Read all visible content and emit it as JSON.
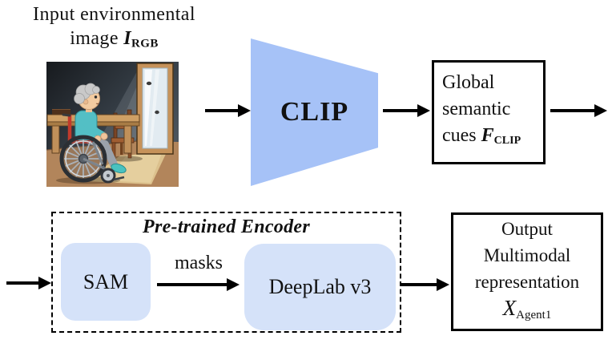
{
  "figure": {
    "heading": {
      "line1": "Input environmental",
      "line2_prefix": "image ",
      "var": "I",
      "var_sub": "RGB"
    },
    "clip": {
      "label": "CLIP"
    },
    "cues": {
      "line1": "Global",
      "line2": "semantic",
      "line3_prefix": "cues ",
      "var": "F",
      "var_sub": "CLIP"
    },
    "encoder": {
      "title": "Pre-trained Encoder",
      "sam_label": "SAM",
      "masks_label": "masks",
      "deeplab_label": "DeepLab v3"
    },
    "output": {
      "line1": "Output",
      "line2": "Multimodal",
      "line3": "representation",
      "var": "X",
      "var_sub": "Agent1"
    },
    "colors": {
      "clip_trapezoid_fill": "#a6c2f7",
      "module_fill": "#d5e2f9",
      "arrow": "#000000",
      "box_border": "#000000",
      "background": "#ffffff"
    },
    "illustration": {
      "name": "room-wheelchair-illustration",
      "alt": "Elderly man in a wheelchair at a wooden table, facing an open glass door letting light into a dark room with a wooden chair"
    }
  }
}
